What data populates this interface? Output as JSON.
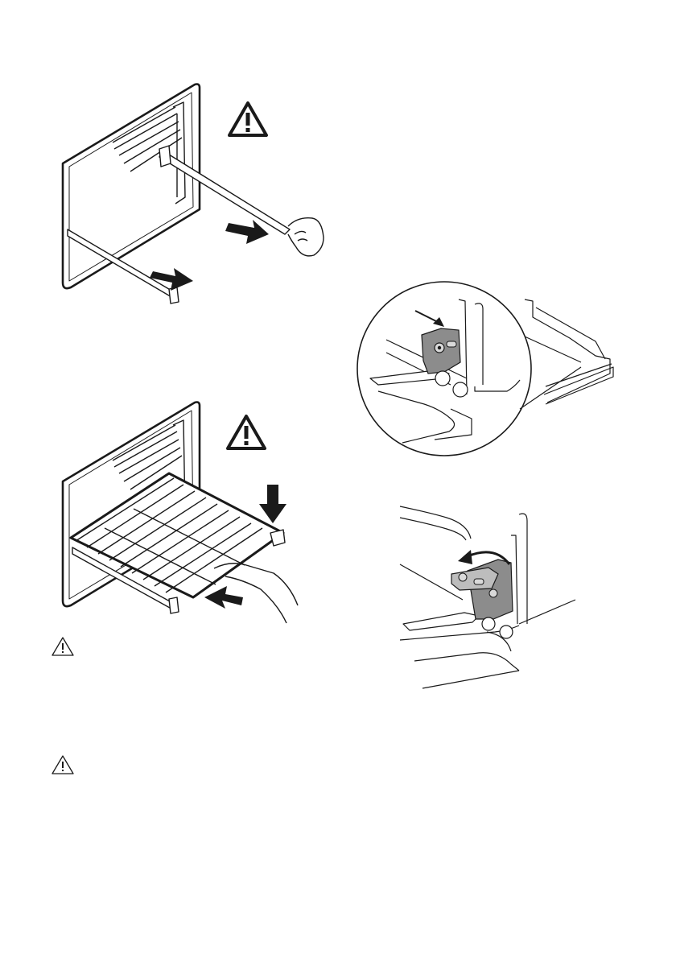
{
  "figures": [
    {
      "id": "remove-shelf-supports",
      "icon": "warning-triangle-icon"
    },
    {
      "id": "install-shelf",
      "icon": "warning-triangle-icon"
    },
    {
      "id": "door-hinge-detail",
      "icon": "magnified-hinge"
    },
    {
      "id": "hinge-lever-rotate",
      "icon": "rotate-arrow-icon"
    }
  ],
  "notes": [
    {
      "icon": "warning-triangle-icon"
    },
    {
      "icon": "warning-triangle-icon"
    }
  ],
  "colors": {
    "line": "#1a1a1a",
    "fill_dark": "#1a1a1a",
    "grey": "#9a9a9a",
    "hinge": "#8c8c8c"
  }
}
